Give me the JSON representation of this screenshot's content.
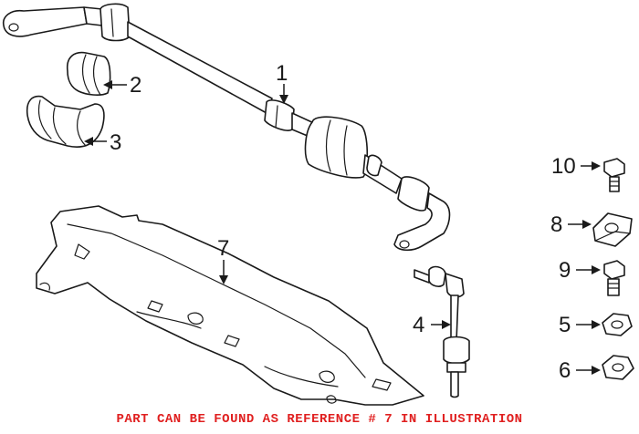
{
  "callouts": [
    {
      "id": "1",
      "label": "1"
    },
    {
      "id": "2",
      "label": "2"
    },
    {
      "id": "3",
      "label": "3"
    },
    {
      "id": "4",
      "label": "4"
    },
    {
      "id": "5",
      "label": "5"
    },
    {
      "id": "6",
      "label": "6"
    },
    {
      "id": "7",
      "label": "7"
    },
    {
      "id": "8",
      "label": "8"
    },
    {
      "id": "9",
      "label": "9"
    },
    {
      "id": "10",
      "label": "10"
    }
  ],
  "notice": {
    "text": "PART CAN BE FOUND AS REFERENCE # 7 IN ILLUSTRATION",
    "color": "#e02020"
  },
  "line_color": "#1a1a1a"
}
